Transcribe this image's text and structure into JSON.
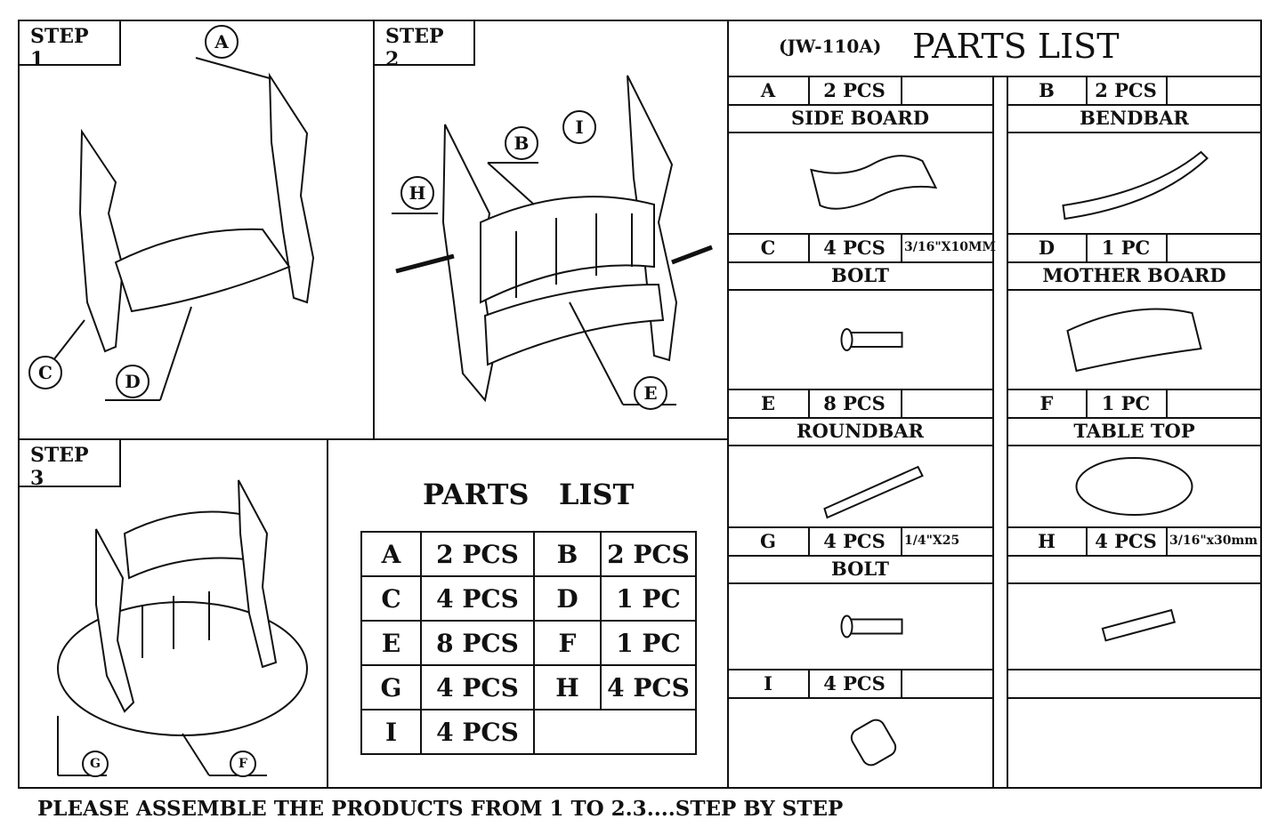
{
  "steps": {
    "step1": "STEP 1",
    "step2": "STEP 2",
    "step3": "STEP 3"
  },
  "callouts": {
    "a": "A",
    "b": "B",
    "c": "C",
    "d": "D",
    "e": "E",
    "f": "F",
    "g": "G",
    "h": "H",
    "i": "I"
  },
  "parts_list_main": {
    "model": "(JW-110A)",
    "title": "PARTS LIST"
  },
  "parts": [
    {
      "letter": "A",
      "qty": "2 PCS",
      "spec": "",
      "name": "SIDE BOARD",
      "icon": "side-board-icon"
    },
    {
      "letter": "B",
      "qty": "2 PCS",
      "spec": "",
      "name": "BENDBAR",
      "icon": "bendbar-icon"
    },
    {
      "letter": "C",
      "qty": "4 PCS",
      "spec": "3/16\"X10MM",
      "name": "BOLT",
      "icon": "bolt-icon"
    },
    {
      "letter": "D",
      "qty": "1 PC",
      "spec": "",
      "name": "MOTHER BOARD",
      "icon": "mother-board-icon"
    },
    {
      "letter": "E",
      "qty": "8 PCS",
      "spec": "",
      "name": "ROUNDBAR",
      "icon": "roundbar-icon"
    },
    {
      "letter": "F",
      "qty": "1 PC",
      "spec": "",
      "name": "TABLE TOP",
      "icon": "table-top-icon"
    },
    {
      "letter": "G",
      "qty": "4 PCS",
      "spec": "1/4\"X25",
      "name": "BOLT",
      "icon": "bolt-icon"
    },
    {
      "letter": "H",
      "qty": "4 PCS",
      "spec": "3/16\"x30mm",
      "name": "",
      "icon": "long-bolt-icon"
    },
    {
      "letter": "I",
      "qty": "4 PCS",
      "spec": "",
      "name": "",
      "icon": "barrel-nut-icon"
    }
  ],
  "summary": {
    "title": "PARTS   LIST",
    "rows": [
      [
        "A",
        "2 PCS",
        "B",
        "2 PCS"
      ],
      [
        "C",
        "4 PCS",
        "D",
        "1 PC"
      ],
      [
        "E",
        "8 PCS",
        "F",
        "1 PC"
      ],
      [
        "G",
        "4 PCS",
        "H",
        "4 PCS"
      ],
      [
        "I",
        "4 PCS",
        "",
        ""
      ]
    ]
  },
  "footer": "PLEASE ASSEMBLE THE PRODUCTS FROM 1 TO 2.3....STEP BY STEP"
}
